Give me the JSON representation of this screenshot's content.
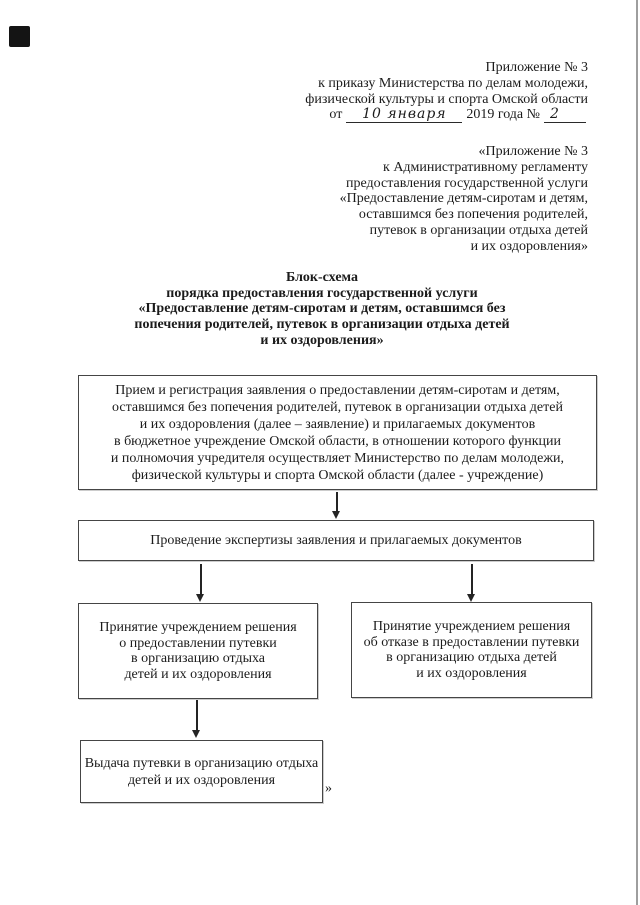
{
  "document": {
    "appendix_note": {
      "lines": [
        "Приложение № 3",
        "к приказу Министерства по делам молодежи,",
        "физической культуры и спорта Омской области"
      ],
      "date_line": {
        "prefix": "от",
        "date_handwritten": "10 января",
        "middle": "2019 года  №",
        "number_handwritten": "2"
      }
    },
    "regulation_note": {
      "lines": [
        "«Приложение № 3",
        "к Административному регламенту",
        "предоставления государственной услуги",
        "«Предоставление детям-сиротам и детям,",
        "оставшимся без попечения родителей,",
        "путевок в организации отдыха детей",
        "и их оздоровления»"
      ]
    },
    "title": {
      "lines": [
        "Блок-схема",
        "порядка предоставления государственной услуги",
        "«Предоставление детям-сиротам и детям, оставшимся без",
        "попечения родителей, путевок в организации отдыха детей",
        "и их оздоровления»"
      ]
    },
    "flowchart": {
      "box_intake": {
        "lines": [
          "Прием и регистрация заявления о предоставлении детям-сиротам и детям,",
          "оставшимся без попечения родителей, путевок в организации отдыха детей",
          "и их оздоровления (далее – заявление) и прилагаемых документов",
          "в бюджетное учреждение Омской области, в отношении которого функции",
          "и полномочия учредителя осуществляет Министерство по делам молодежи,",
          "физической культуры и спорта Омской области (далее - учреждение)"
        ]
      },
      "box_review": {
        "lines": [
          "Проведение экспертизы заявления и прилагаемых документов"
        ]
      },
      "box_grant": {
        "lines": [
          "Принятие учреждением решения",
          "о предоставлении путевки",
          "в организацию отдыха",
          "детей и их оздоровления"
        ]
      },
      "box_refuse": {
        "lines": [
          "Принятие учреждением решения",
          "об отказе в предоставлении путевки",
          "в организацию отдыха детей",
          "и их оздоровления"
        ]
      },
      "box_issue": {
        "lines": [
          "Выдача путевки в организацию отдыха",
          "детей и их оздоровления"
        ]
      },
      "closing_quote": "»"
    },
    "scan": {
      "corner_mark_color": "#141414",
      "edge_line_color": "#9e9e9e",
      "text_color": "#1b1b1b",
      "box_border_color": "#454545"
    }
  }
}
